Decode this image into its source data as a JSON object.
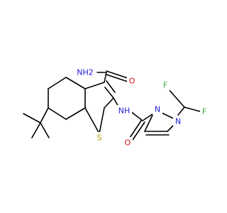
{
  "colors": {
    "bond": "#000000",
    "carbon": "#000000",
    "nitrogen": "#1c1cd6",
    "oxygen": "#d41010",
    "sulfur": "#b29a00",
    "fluorine": "#3fa83f"
  },
  "labels": {
    "amide_nh2": "NH2",
    "amide_o": "O",
    "amide_nh": "NH",
    "ring_s": "S",
    "carbonyl_o": "O",
    "pyrazole_n2": "N",
    "pyrazole_n1": "N",
    "f_top": "F",
    "f_right": "F"
  }
}
